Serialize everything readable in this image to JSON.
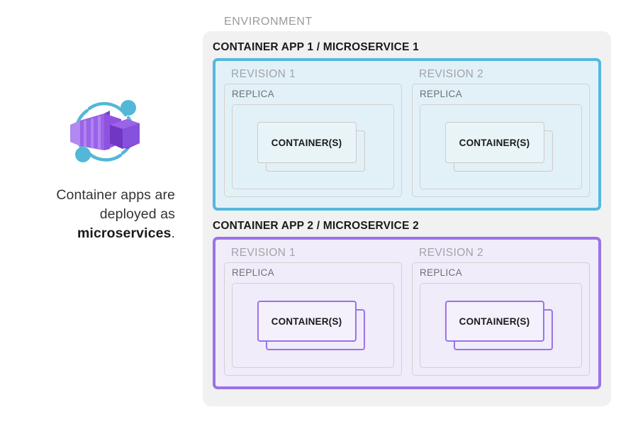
{
  "caption": {
    "line1": "Container apps are",
    "line2": "deployed as",
    "line3_bold": "microservices",
    "line3_tail": "."
  },
  "icon": {
    "name": "azure-container-apps-icon",
    "purple_dark": "#7a3fd0",
    "purple_mid": "#9a63e8",
    "purple_light": "#b189f0",
    "teal": "#53b7d8"
  },
  "environment": {
    "label": "ENVIRONMENT",
    "bg_color": "#f1f1f1"
  },
  "apps": [
    {
      "title": "CONTAINER APP 1 / MICROSERVICE 1",
      "accent": "#55b8dd",
      "fill": "#e2f1f8",
      "theme": "teal",
      "revisions": [
        {
          "label": "REVISION 1",
          "replica_label": "REPLICA",
          "container_label": "CONTAINER(S)"
        },
        {
          "label": "REVISION 2",
          "replica_label": "REPLICA",
          "container_label": "CONTAINER(S)"
        }
      ]
    },
    {
      "title": "CONTAINER APP 2 / MICROSERVICE 2",
      "accent": "#9b72e8",
      "fill": "#f1ecfa",
      "theme": "purple",
      "revisions": [
        {
          "label": "REVISION 1",
          "replica_label": "REPLICA",
          "container_label": "CONTAINER(S)"
        },
        {
          "label": "REVISION 2",
          "replica_label": "REPLICA",
          "container_label": "CONTAINER(S)"
        }
      ]
    }
  ]
}
